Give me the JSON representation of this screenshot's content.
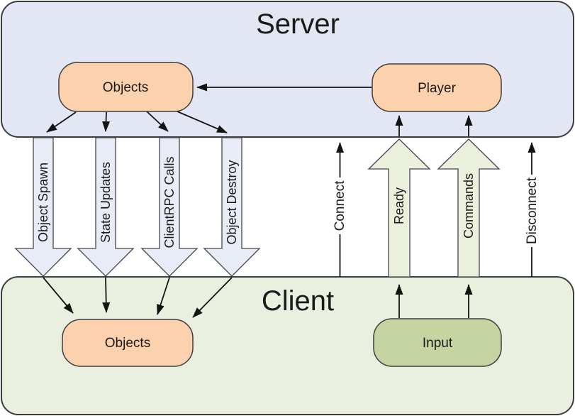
{
  "server": {
    "title": "Server",
    "nodes": {
      "objects": "Objects",
      "player": "Player"
    }
  },
  "client": {
    "title": "Client",
    "nodes": {
      "objects": "Objects",
      "input": "Input"
    }
  },
  "down_flows": [
    {
      "label": "Object Spawn"
    },
    {
      "label": "State Updates"
    },
    {
      "label": "ClientRPC Calls"
    },
    {
      "label": "Object Destroy"
    }
  ],
  "up_flows": [
    {
      "label": "Ready"
    },
    {
      "label": "Commands"
    }
  ],
  "line_flows": [
    {
      "label": "Connect"
    },
    {
      "label": "Disconnect"
    }
  ],
  "colors": {
    "background": "#ffffff",
    "server_fill": "#e2e7f3",
    "client_fill": "#e9f0df",
    "object_node_fill": "#fbd1ae",
    "input_node_fill": "#c5d4a1",
    "down_arrow_fill": "#e8ecf7",
    "up_arrow_fill": "#eaf0dc",
    "outline": "#3d3d3d",
    "line": "#141414"
  }
}
